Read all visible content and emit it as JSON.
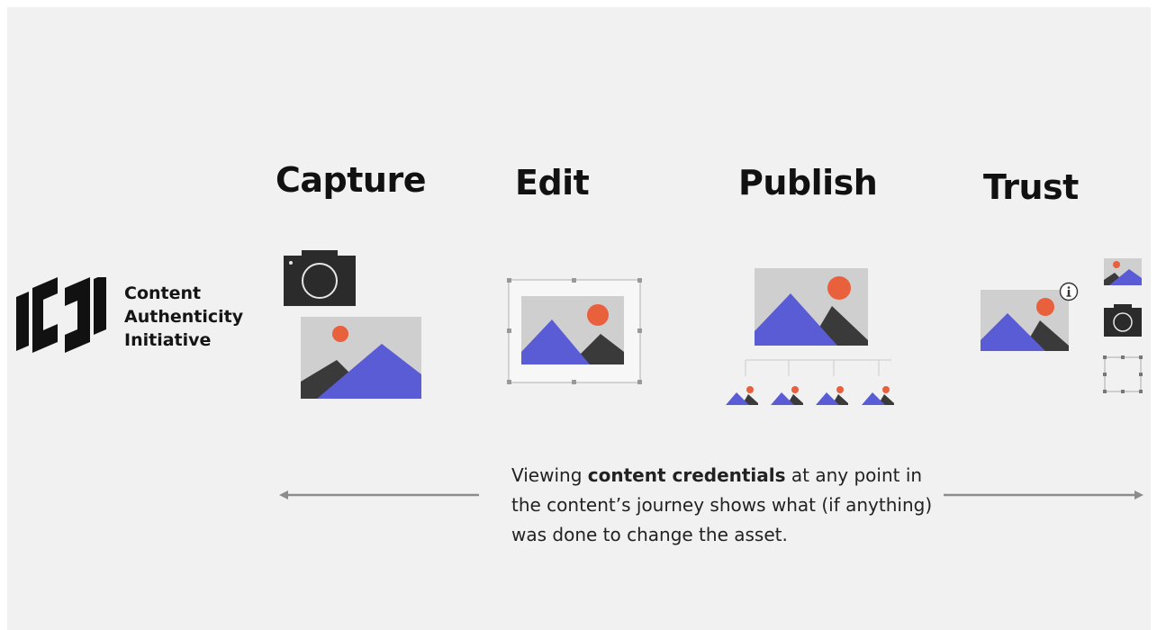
{
  "logo": {
    "line1": "Content",
    "line2": "Authenticity",
    "line3": "Initiative"
  },
  "stages": {
    "capture": "Capture",
    "edit": "Edit",
    "publish": "Publish",
    "trust": "Trust"
  },
  "caption": {
    "lead": "Viewing ",
    "bold": "content credentials",
    "rest": " at any point in the content’s journey shows what (if anything) was done to change the asset."
  },
  "colors": {
    "mountain": "#5a5cd6",
    "shadow_mountain": "#3a3a3a",
    "sun": "#e8603c",
    "image_bg": "#cfcfcf",
    "camera": "#2b2b2b",
    "arrow": "#8c8c8c"
  },
  "icons": [
    "cai-logo-icon",
    "camera-icon",
    "image-icon",
    "crop-frame-icon",
    "info-icon",
    "arrow-left-icon",
    "arrow-right-icon"
  ]
}
